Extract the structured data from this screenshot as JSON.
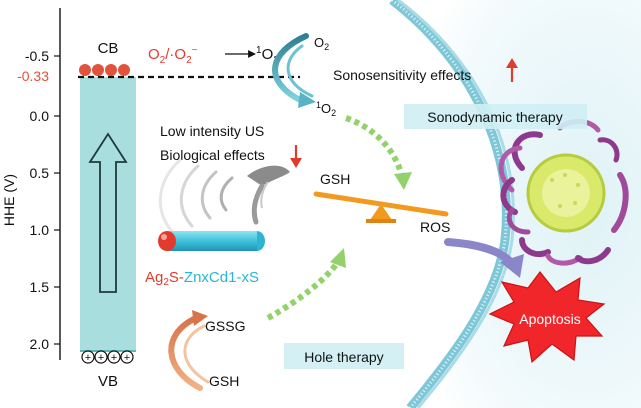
{
  "band_diagram": {
    "y_axis_label": "HHE (V)",
    "ticks": [
      "-0.5",
      "0.0",
      "0.5",
      "1.0",
      "1.5",
      "2.0"
    ],
    "cb_potential": "-0.33",
    "cb_label": "CB",
    "vb_label": "VB",
    "cb_color": "#e2533c",
    "vb_hole_symbol": "+",
    "band_color": "#a8dede"
  },
  "reaction": {
    "o2_radical_part1": "O",
    "o2_radical_sub1": "2",
    "o2_radical_part2": "/·O",
    "o2_radical_sub2": "2",
    "o2_radical_sup": "−",
    "singlet_sup": "1",
    "singlet_part": "O",
    "singlet_sub": "2",
    "label_color": "#e23b2e"
  },
  "sdt": {
    "o2": "O",
    "o2_sub": "2",
    "singlet_sup": "1",
    "singlet": "O",
    "singlet_sub": "2",
    "sonosensitivity": "Sonosensitivity effects",
    "therapy_label": "Sonodynamic therapy"
  },
  "ultrasound": {
    "line1": "Low intensity US",
    "line2": "Biological effects"
  },
  "nanorod": {
    "part1": "Ag",
    "part1_sub": "2",
    "part2": "S-",
    "part3": "ZnxCd1-xS",
    "colors": {
      "ag2s": "#e23b2e",
      "zncds": "#29b6d6",
      "cd": "#a8c93a"
    }
  },
  "balance": {
    "left": "GSH",
    "right": "ROS"
  },
  "hole_therapy": {
    "gssg": "GSSG",
    "gsh": "GSH",
    "label": "Hole therapy"
  },
  "cell": {
    "apoptosis": "Apoptosis",
    "burst_color": "#f0262b"
  }
}
